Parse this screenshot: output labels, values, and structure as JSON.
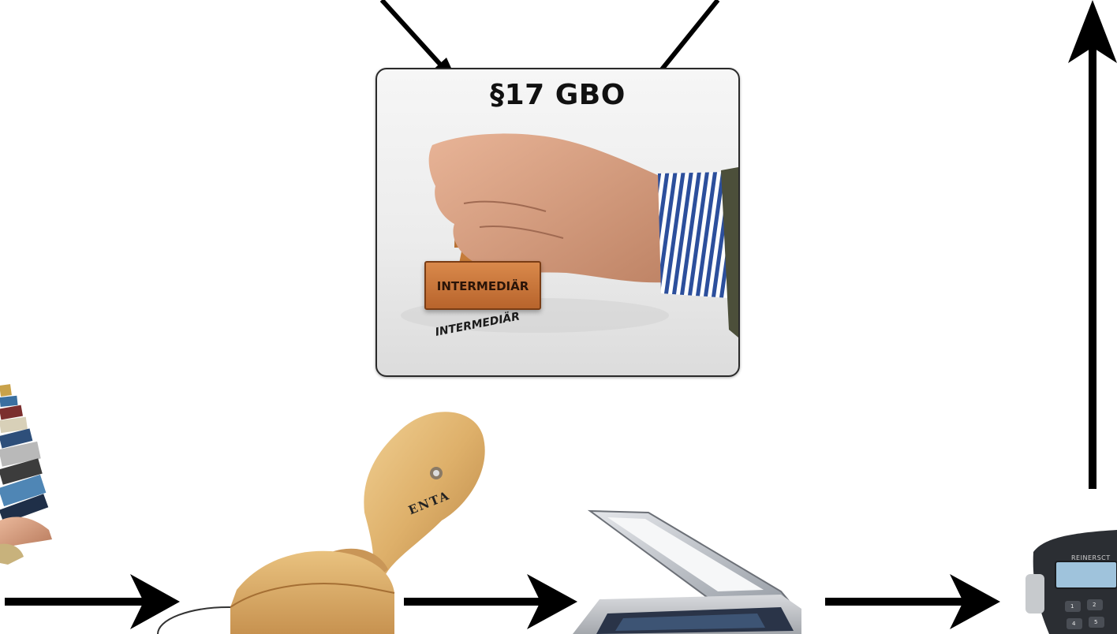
{
  "diagram": {
    "panel_title": "§17 GBO",
    "stamp_face_label": "INTERMEDIÄR",
    "stamp_print_label": "INTERMEDIÄR",
    "seal_partial_text": "ENTA",
    "device_brand": "REINERSCT",
    "keypad_keys": [
      "1",
      "2",
      "4",
      "5"
    ]
  },
  "colors": {
    "arrow": "#000000",
    "panel_border": "#2a2a2a",
    "stamp_wood": "#e2b36e",
    "rubber_stamp": "#c8763a",
    "device_body": "#2b2e33",
    "device_screen": "#9fc3dc"
  },
  "icons": {
    "books": "stack-of-books-icon",
    "stamp": "wooden-stamp-icon",
    "scanner": "flatbed-scanner-icon",
    "card_reader": "card-reader-icon"
  }
}
